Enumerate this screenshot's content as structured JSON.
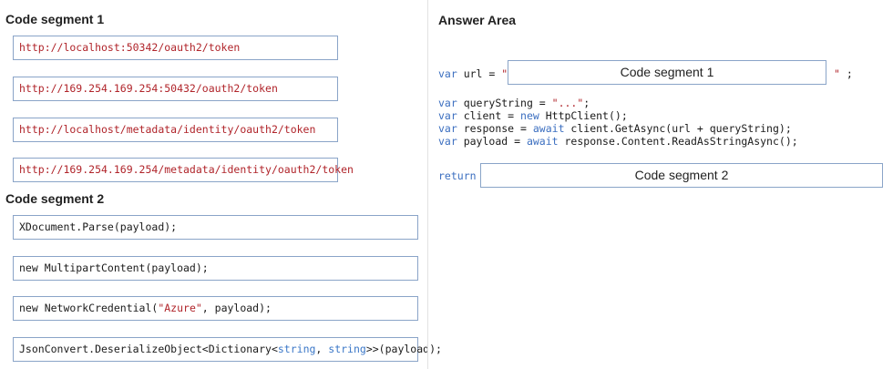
{
  "left": {
    "segment1_heading": "Code segment 1",
    "segment1_tiles": [
      "http://localhost:50342/oauth2/token",
      "http://169.254.169.254:50432/oauth2/token",
      "http://localhost/metadata/identity/oauth2/token",
      "http://169.254.169.254/metadata/identity/oauth2/token"
    ],
    "segment2_heading": "Code segment 2",
    "segment2_tiles": {
      "t1": "XDocument.Parse(payload);",
      "t2": "new MultipartContent(payload);",
      "t3_pre": "new NetworkCredential(",
      "t3_str": "\"Azure\"",
      "t3_post": ", payload);",
      "t4_pre": "JsonConvert.DeserializeObject<Dictionary<",
      "t4_type1": "string",
      "t4_sep": ", ",
      "t4_type2": "string",
      "t4_post": ">>(payload);"
    }
  },
  "answer": {
    "heading": "Answer Area",
    "line_url": {
      "kw": "var",
      "mid": " url = ",
      "quote_open": "\"",
      "quote_close": "\"",
      "semi": " ;"
    },
    "drop1_label": "Code segment 1",
    "line_qs": {
      "kw": "var",
      "mid": " queryString = ",
      "str": "\"...\"",
      "end": ";"
    },
    "line_client": {
      "kw": "var",
      "mid": " client = ",
      "kw2": "new",
      "end": " HttpClient();"
    },
    "line_response": {
      "kw": "var",
      "mid": " response = ",
      "kw2": "await",
      "end": " client.GetAsync(url + queryString);"
    },
    "line_payload": {
      "kw": "var",
      "mid": " payload = ",
      "kw2": "await",
      "end": " response.Content.ReadAsStringAsync();"
    },
    "return_kw": "return",
    "drop2_label": "Code segment 2"
  }
}
